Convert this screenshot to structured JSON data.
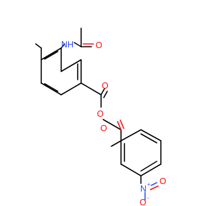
{
  "molecule": {
    "atoms": {
      "nh": "NH",
      "o_amide": "O",
      "o_ester_carbonyl": "O",
      "o_ester": "O",
      "o_ketone": "O",
      "n_nitro": "N",
      "n_nitro_charge": "+",
      "o_nitro_top": "O",
      "o_nitro_minus": "O",
      "o_nitro_charge": "-"
    },
    "colors": {
      "bond": "#000000",
      "oxygen": "#ff0d0d",
      "nitrogen": "#3050f8"
    }
  }
}
